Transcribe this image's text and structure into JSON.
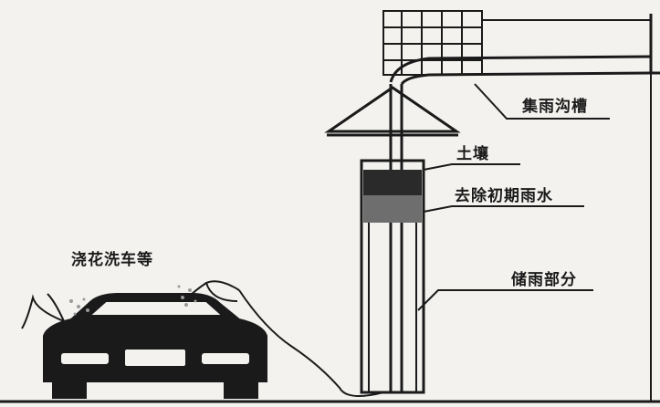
{
  "labels": {
    "gutter": "集雨沟槽",
    "soil": "土壤",
    "first_flush": "去除初期雨水",
    "storage": "储雨部分",
    "usage": "浇花洗车等"
  },
  "colors": {
    "ink": "#1a1a1a",
    "paper": "#f3f2ef",
    "soil_fill": "#2a2a2a",
    "first_flush_fill": "#6e6e6e"
  }
}
